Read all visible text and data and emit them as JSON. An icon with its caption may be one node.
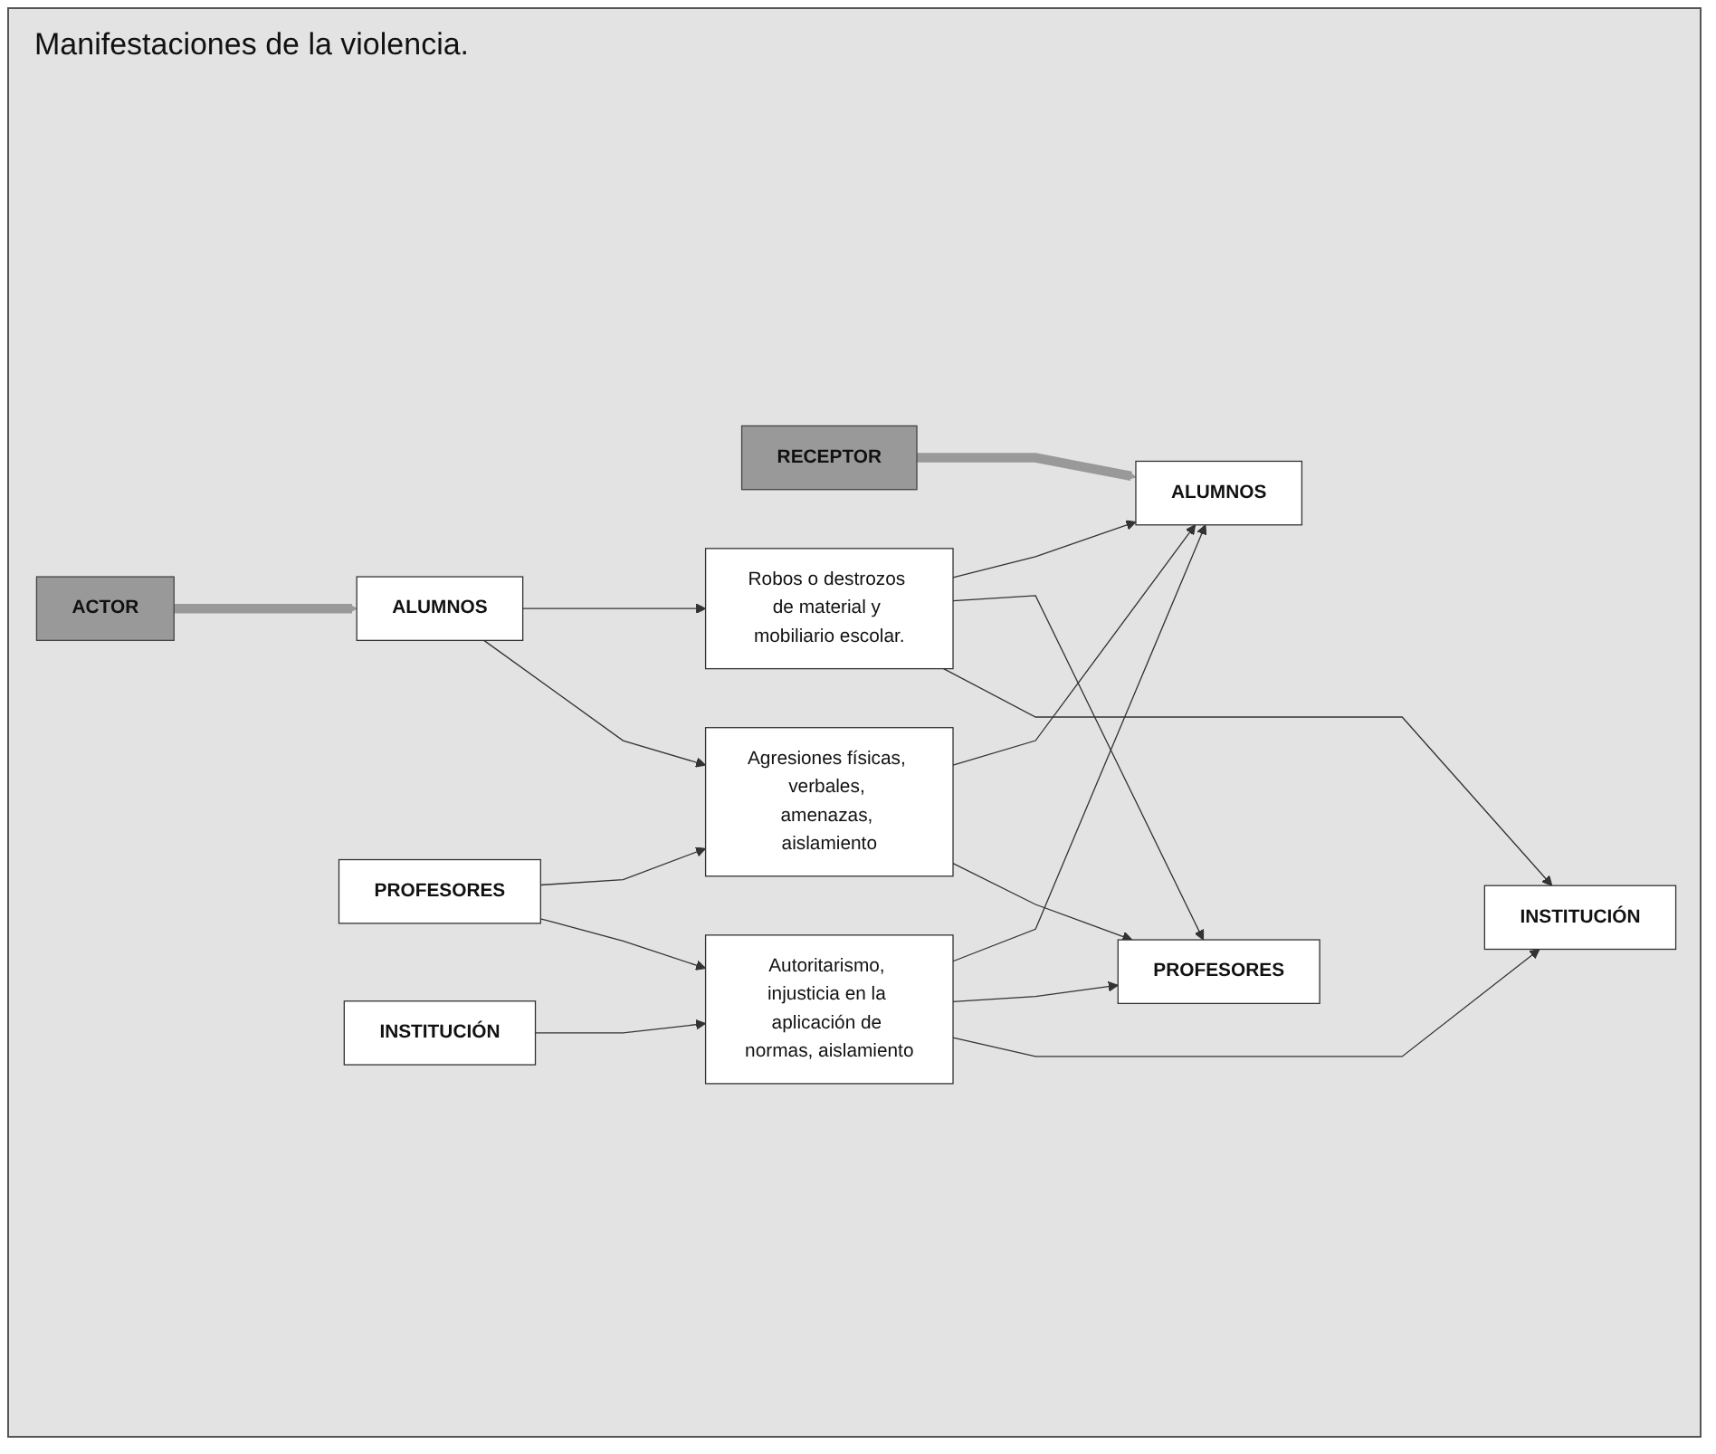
{
  "diagram": {
    "title": "Manifestaciones de la violencia.",
    "nodes": [
      {
        "text": [
          "ACTOR"
        ]
      },
      {
        "text": [
          "RECEPTOR"
        ]
      },
      {
        "text": [
          "ALUMNOS"
        ]
      },
      {
        "text": [
          "PROFESORES"
        ]
      },
      {
        "text": [
          "INSTITUCIÓN"
        ]
      },
      {
        "text": [
          "Robos o destrozos de material y mobiliario escolar."
        ]
      },
      {
        "text": [
          "Agresiones físicas, verbales, amenazas, aislamiento"
        ]
      },
      {
        "text": [
          "Autoritarismo, injusticia en la aplicación de normas, aislamiento"
        ]
      },
      {
        "text": [
          "ALUMNOS"
        ]
      },
      {
        "text": [
          "PROFESORES"
        ]
      },
      {
        "text": [
          "INSTITUCIÓN"
        ]
      }
    ],
    "edges": [
      {
        "from": 0,
        "to": 2,
        "arrow": "to",
        "style": "thick",
        "color": "#999999"
      },
      {
        "from": 1,
        "to": 8,
        "arrow": "to",
        "style": "thick",
        "color": "#999999"
      },
      {
        "from": 2,
        "to": 5,
        "arrow": "to"
      },
      {
        "from": 2,
        "to": 6,
        "arrow": "to"
      },
      {
        "from": 3,
        "to": 6,
        "arrow": "to"
      },
      {
        "from": 3,
        "to": 7,
        "arrow": "to"
      },
      {
        "from": 4,
        "to": 7,
        "arrow": "to"
      },
      {
        "from": 5,
        "to": 8,
        "arrow": "to"
      },
      {
        "from": 5,
        "to": 9,
        "arrow": "to"
      },
      {
        "from": 5,
        "to": 10,
        "arrow": "to"
      },
      {
        "from": 6,
        "to": 8,
        "arrow": "to"
      },
      {
        "from": 6,
        "to": 9,
        "arrow": "to"
      },
      {
        "from": 7,
        "to": 8,
        "arrow": "to"
      },
      {
        "from": 7,
        "to": 9,
        "arrow": "to"
      },
      {
        "from": 7,
        "to": 10,
        "arrow": "to"
      }
    ]
  }
}
